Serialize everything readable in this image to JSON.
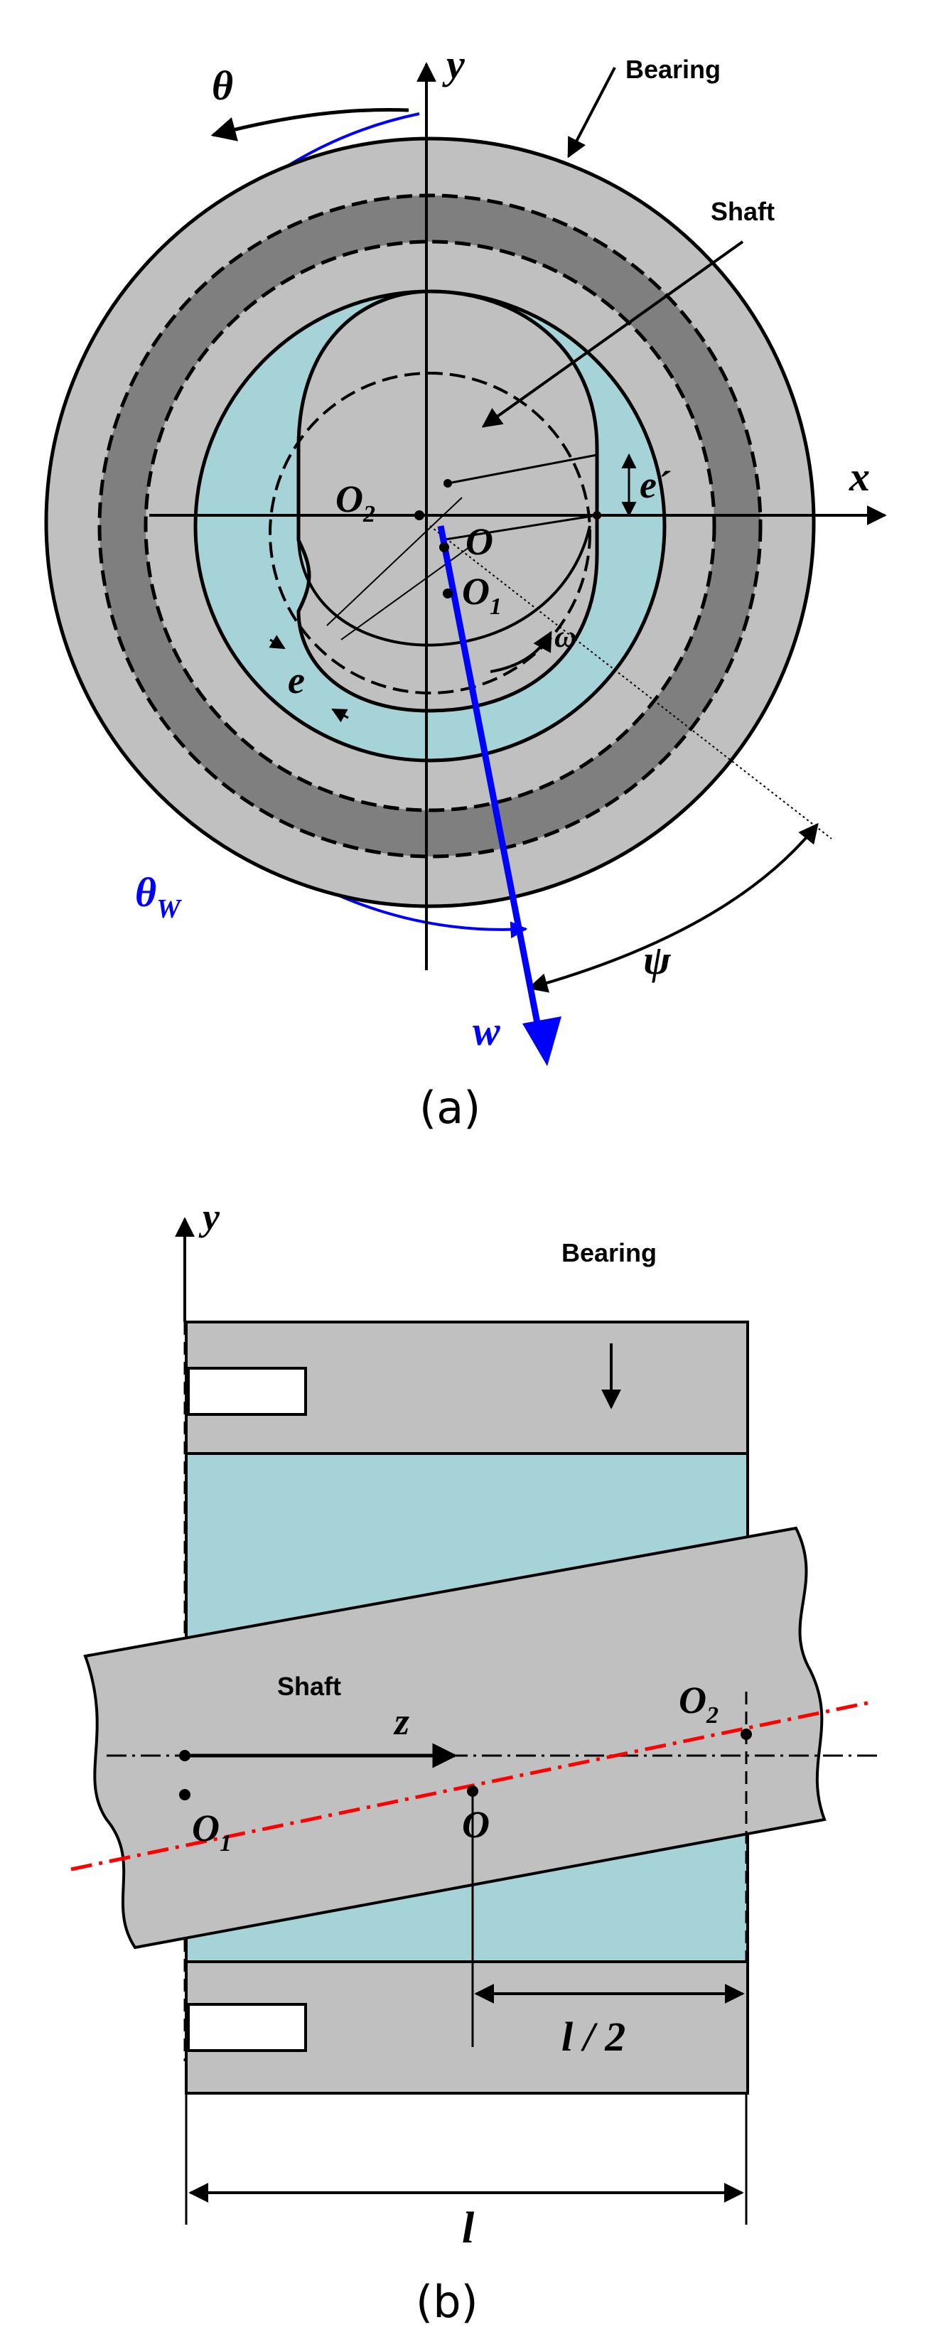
{
  "figure_a": {
    "caption": "(a)",
    "labels": {
      "theta": "θ",
      "y": "y",
      "bearing": "Bearing",
      "shaft": "Shaft",
      "x": "x",
      "o2": "O",
      "o2_sub": "2",
      "e_prime": "e´",
      "o": "O",
      "o1": "O",
      "o1_sub": "1",
      "omega": "ω",
      "e": "e",
      "theta_w": "θ",
      "theta_w_sub": "W",
      "psi": "ψ",
      "w": "w"
    },
    "colors": {
      "bearing_gray": "#c0c0c0",
      "bearing_dark": "#7f7f7f",
      "fluid": "#a5d3d7",
      "load_line": "#0000ff",
      "theta_w_arc": "#0000ff"
    }
  },
  "figure_b": {
    "caption": "(b)",
    "labels": {
      "y": "y",
      "bearing": "Bearing",
      "shaft": "Shaft",
      "z": "z",
      "o2": "O",
      "o2_sub": "2",
      "o": "O",
      "o1": "O",
      "o1_sub": "1",
      "half_length": "l / 2",
      "length": "l"
    },
    "colors": {
      "bearing_gray": "#c0c0c0",
      "fluid": "#a5d3d7",
      "shaft_axis": "#ff0000"
    }
  }
}
